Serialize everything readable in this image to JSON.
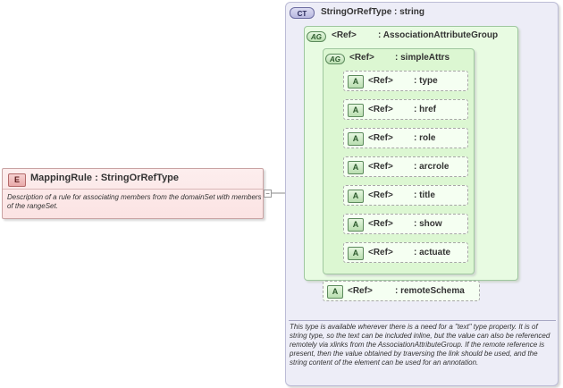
{
  "element": {
    "badge": "E",
    "title": "MappingRule : StringOrRefType",
    "description": "Description of a rule for associating members from the domainSet with members of the rangeSet."
  },
  "expander": "−",
  "complex_type": {
    "badge": "CT",
    "title": "StringOrRefType : string",
    "documentation": "This type is available wherever there is a need for a \"text\" type property. It is of string type, so the text can be included inline, but the value can also be referenced remotely via xlinks from the AssociationAttributeGroup. If the remote reference is present, then the value obtained by traversing the link should be used, and the string content of the element can be used for an annotation."
  },
  "groups": {
    "outer": {
      "badge": "AG",
      "ref": "<Ref>",
      "name": ": AssociationAttributeGroup"
    },
    "inner": {
      "badge": "AG",
      "ref": "<Ref>",
      "name": ": simpleAttrs"
    }
  },
  "attributes": [
    {
      "badge": "A",
      "ref": "<Ref>",
      "name": ": type"
    },
    {
      "badge": "A",
      "ref": "<Ref>",
      "name": ": href"
    },
    {
      "badge": "A",
      "ref": "<Ref>",
      "name": ": role"
    },
    {
      "badge": "A",
      "ref": "<Ref>",
      "name": ": arcrole"
    },
    {
      "badge": "A",
      "ref": "<Ref>",
      "name": ": title"
    },
    {
      "badge": "A",
      "ref": "<Ref>",
      "name": ": show"
    },
    {
      "badge": "A",
      "ref": "<Ref>",
      "name": ": actuate"
    }
  ],
  "remote": {
    "badge": "A",
    "ref": "<Ref>",
    "name": ": remoteSchema"
  }
}
